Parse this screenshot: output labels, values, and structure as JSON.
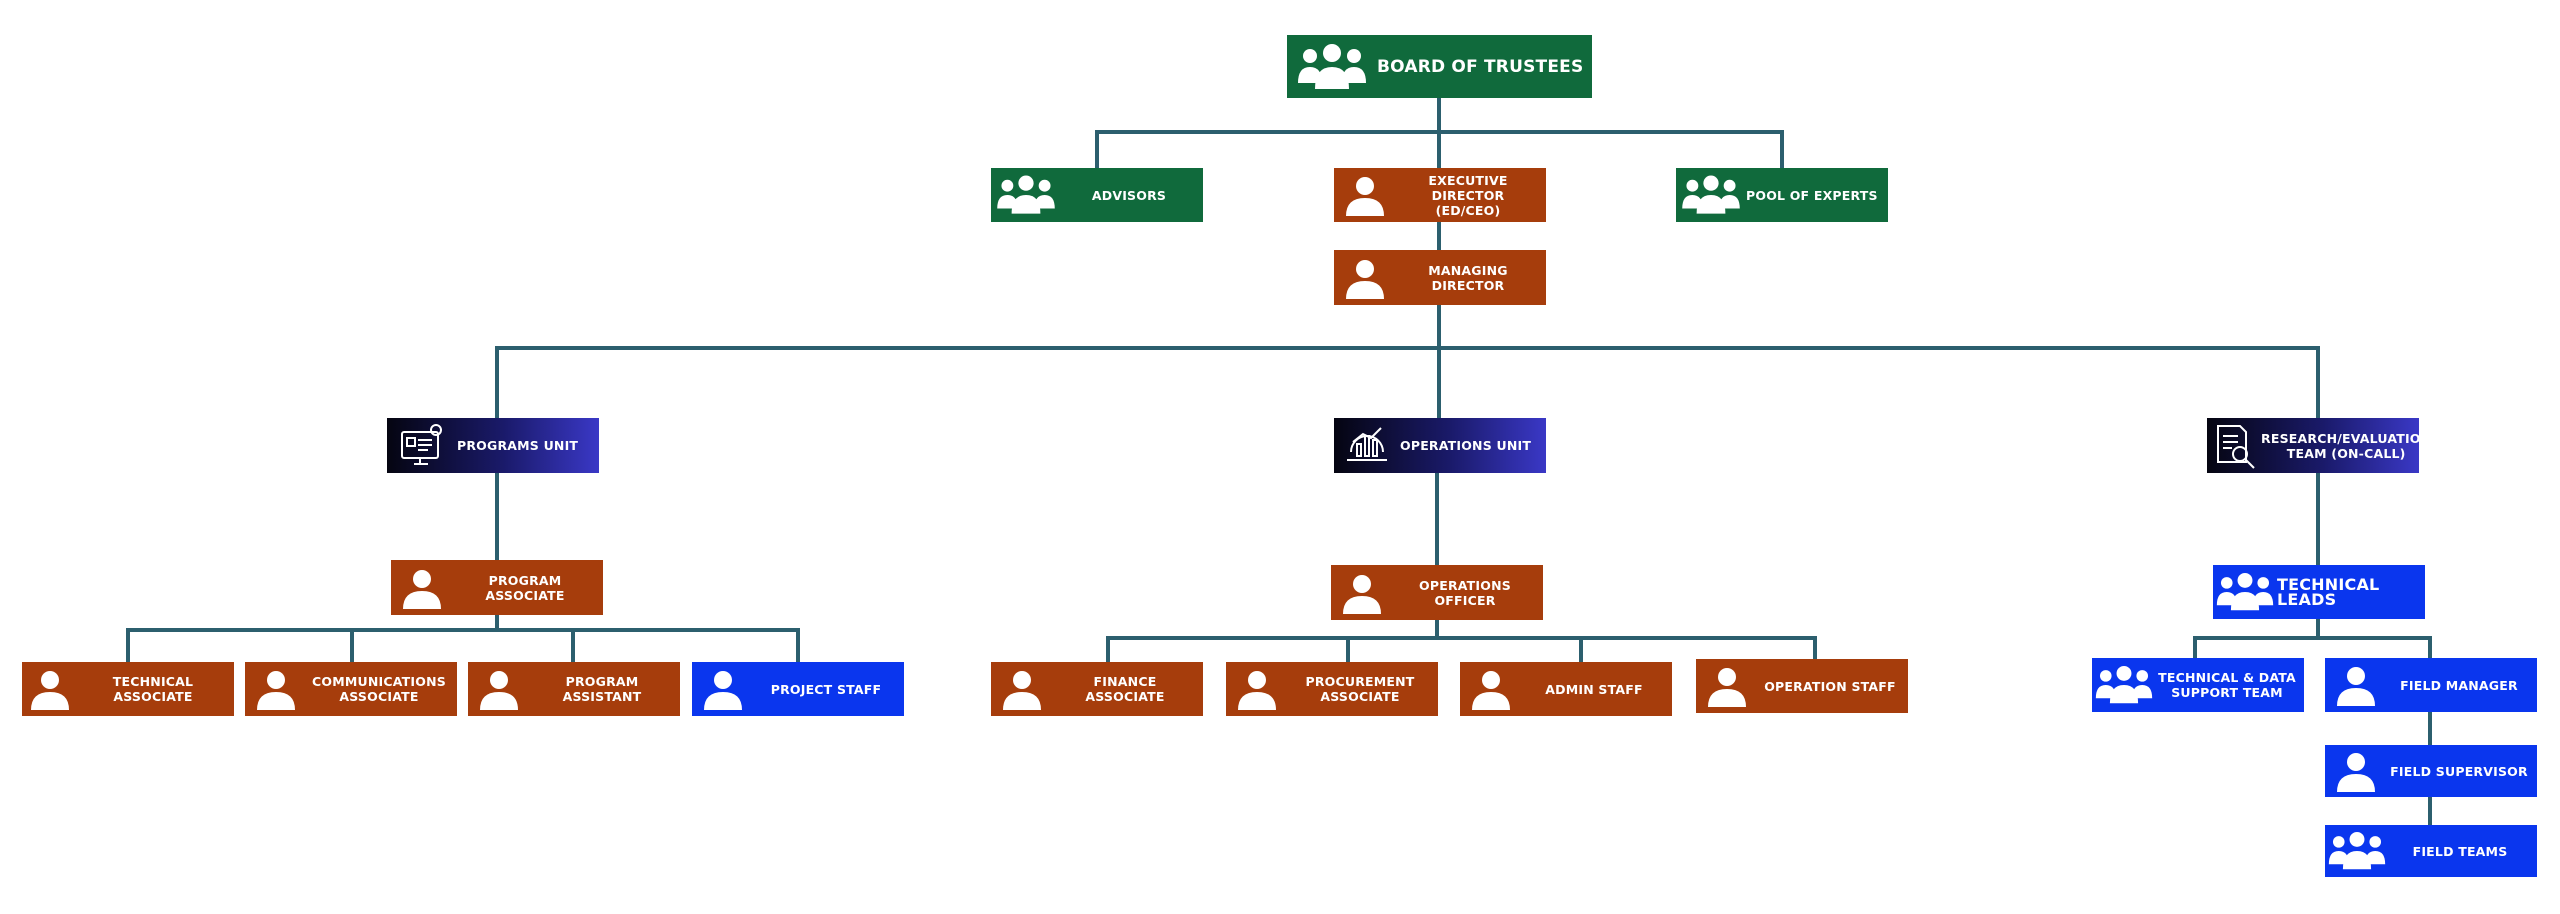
{
  "colors": {
    "governance": "#106a3c",
    "staff": "#a63d0c",
    "field": "#0a36ee",
    "unit_gradient": [
      "#050511",
      "#3a38c6"
    ],
    "connector": "#2c5f6e"
  },
  "nodes": {
    "board": {
      "label": "BOARD OF TRUSTEES",
      "icon": "group-icon"
    },
    "advisors": {
      "label": "ADVISORS",
      "icon": "group-icon"
    },
    "exec_director": {
      "label": "EXECUTIVE DIRECTOR\n(ED/CEO)",
      "icon": "person-icon"
    },
    "pool_experts": {
      "label": "POOL OF EXPERTS",
      "icon": "group-icon"
    },
    "managing_director": {
      "label": "MANAGING DIRECTOR",
      "icon": "person-icon"
    },
    "programs_unit": {
      "label": "PROGRAMS UNIT",
      "icon": "computer-checklist-icon"
    },
    "operations_unit": {
      "label": "OPERATIONS UNIT",
      "icon": "operations-chart-icon"
    },
    "research_team": {
      "label": "RESEARCH/EVALUATION\nTEAM (ON-CALL)",
      "icon": "document-search-icon"
    },
    "program_associate": {
      "label": "PROGRAM\nASSOCIATE",
      "icon": "person-icon"
    },
    "operations_officer": {
      "label": "OPERATIONS OFFICER",
      "icon": "person-icon"
    },
    "technical_leads": {
      "label": "TECHNICAL LEADS",
      "icon": "group-icon"
    },
    "technical_associate": {
      "label": "TECHNICAL ASSOCIATE",
      "icon": "person-icon"
    },
    "communications_associate": {
      "label": "COMMUNICATIONS\nASSOCIATE",
      "icon": "person-icon"
    },
    "program_assistant": {
      "label": "PROGRAM\nASSISTANT",
      "icon": "person-icon"
    },
    "project_staff": {
      "label": "PROJECT STAFF",
      "icon": "person-icon"
    },
    "finance_associate": {
      "label": "FINANCE ASSOCIATE",
      "icon": "person-icon"
    },
    "procurement_associate": {
      "label": "PROCUREMENT\nASSOCIATE",
      "icon": "person-icon"
    },
    "admin_staff": {
      "label": "ADMIN STAFF",
      "icon": "person-icon"
    },
    "operation_staff": {
      "label": "OPERATION STAFF",
      "icon": "person-icon"
    },
    "tech_data_support": {
      "label": "TECHNICAL & DATA\nSUPPORT TEAM",
      "icon": "group-icon"
    },
    "field_manager": {
      "label": "FIELD MANAGER",
      "icon": "person-icon"
    },
    "field_supervisor": {
      "label": "FIELD SUPERVISOR",
      "icon": "person-icon"
    },
    "field_teams": {
      "label": "FIELD TEAMS",
      "icon": "group-icon"
    }
  }
}
